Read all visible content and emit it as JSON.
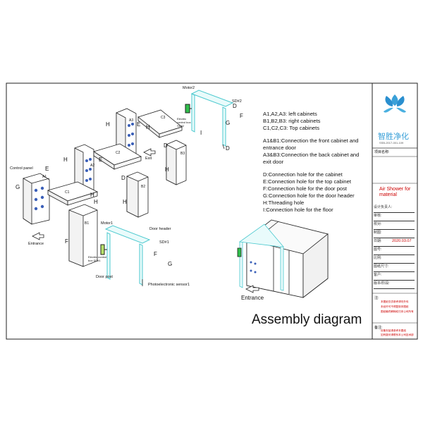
{
  "legend": [
    "A1,A2,A3: left cabinets",
    "B1,B2,B3: right cabinets",
    "C1,C2,C3: Top cabinets",
    "",
    "A1&B1:Connection the front cabinet and",
    "entrance door",
    "A3&B3:Connection the back cabinet and",
    "exit door",
    "",
    "D:Connection hole for the cabinet",
    "E:Connection hole for the top cabinet",
    "F:Connection hole for the door post",
    "G:Connection hole for the door header",
    "H:Threading hole",
    "I:Connection hole for the floor"
  ],
  "main_title": "Assembly diagram",
  "callouts": {
    "motor2": "Motor2",
    "sd2": "SD#2",
    "ecb_top": "Electric control box SD#2",
    "motor1": "Motor1",
    "door_header": "Door header",
    "sd1": "SD#1",
    "ecb_bottom": "Electric control box SD#1",
    "door_post": "Door post",
    "photo_sensor": "Photoelectronic sensor1",
    "control_panel": "Control panel",
    "entrance_left": "Entrance",
    "entrance_right": "Entrance",
    "exit": "Exit"
  },
  "part_labels": {
    "a1": "A1",
    "a2": "A2",
    "a3": "A3",
    "b1": "B1",
    "b2": "B2",
    "b3": "B3",
    "c1": "C1",
    "c2": "C2",
    "c3": "C3"
  },
  "letters": {
    "e": "E",
    "f": "F",
    "g": "G",
    "h": "H",
    "d": "D",
    "i": "I"
  },
  "title_block": {
    "company": "智胜净化",
    "company_sub": "SSB-2017-001-109",
    "project_label": "项目名称:",
    "project_value": "Air Shower for material",
    "rows": [
      "设计负责人:",
      "审核:",
      "校对:",
      "制图:",
      "日期:",
      "图号:",
      "比例:",
      "图纸尺寸:",
      "客户:",
      "版本/阶段:"
    ],
    "date_value": "2020.03.07",
    "notes_label": "注:",
    "notes_lines": [
      "本图纸仅供参考请勿外传",
      "未经许可不得复制本图纸",
      "图纸最终解释权归本公司所有"
    ],
    "footer_label": "备注:",
    "footer_lines": [
      "设备安装请参考本图纸",
      "如有疑问请联系本公司技术部"
    ]
  }
}
